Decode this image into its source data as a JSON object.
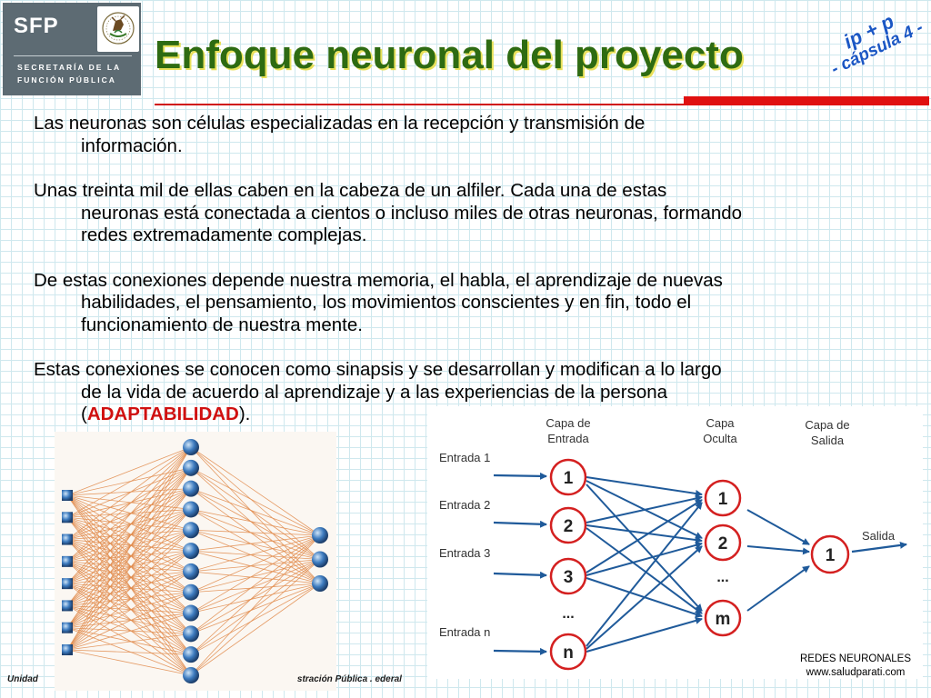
{
  "logo": {
    "acronym": "SFP",
    "line1": "SECRETARÍA DE LA",
    "line2": "FUNCIÓN PÚBLICA"
  },
  "header": {
    "title": "Enfoque neuronal del proyecto",
    "capsule_line1": "ip + p",
    "capsule_line2": "- cápsula 4 -"
  },
  "paragraphs": [
    [
      "Las neuronas son células especializadas en la recepción y transmisión de",
      "información."
    ],
    [
      "Unas treinta mil de ellas caben en la cabeza de un alfiler. Cada una de estas",
      "neuronas está conectada a cientos o incluso miles de otras neuronas, formando",
      "redes extremadamente complejas."
    ],
    [
      "De estas conexiones depende nuestra memoria, el habla, el aprendizaje de nuevas",
      "habilidades, el pensamiento, los movimientos conscientes y en fin, todo el",
      "funcionamiento de nuestra mente."
    ]
  ],
  "last_paragraph": {
    "line1": "Estas conexiones se conocen como sinapsis y se desarrollan y modifican a lo largo",
    "line2": "de la vida de acuerdo al aprendizaje y a las experiencias de la persona",
    "open": "(",
    "highlight": "ADAPTABILIDAD",
    "close": ")."
  },
  "diagram": {
    "input_layer": [
      "Capa de",
      "Entrada"
    ],
    "hidden_layer": [
      "Capa",
      "Oculta"
    ],
    "output_layer": [
      "Capa de",
      "Salida"
    ],
    "inputs": [
      "Entrada 1",
      "Entrada 2",
      "Entrada 3",
      "Entrada n"
    ],
    "input_nodes": [
      "1",
      "2",
      "3",
      "n"
    ],
    "hidden_nodes": [
      "1",
      "2",
      "m"
    ],
    "output_node": "1",
    "ellipsis": "...",
    "output_label": "Salida",
    "node_color": "#d42020",
    "arrow_color": "#1f5a9a"
  },
  "left_network": {
    "input_count": 8,
    "hidden_count": 12,
    "output_count": 3,
    "edge_color": "#e08a4a",
    "node_color": "#3d7bbf"
  },
  "credit": {
    "line1": "REDES NEURONALES",
    "line2": "www.saludparati.com"
  },
  "footer": {
    "left": "Unidad",
    "right": "stración Pública . ederal"
  },
  "colors": {
    "title": "#2e6b12",
    "title_shadow": "#e8e05a",
    "accent_red": "#e01010",
    "capsule_blue": "#1b57c4",
    "grid": "#cfe8ee",
    "logo_bg": "#5d6b73"
  }
}
